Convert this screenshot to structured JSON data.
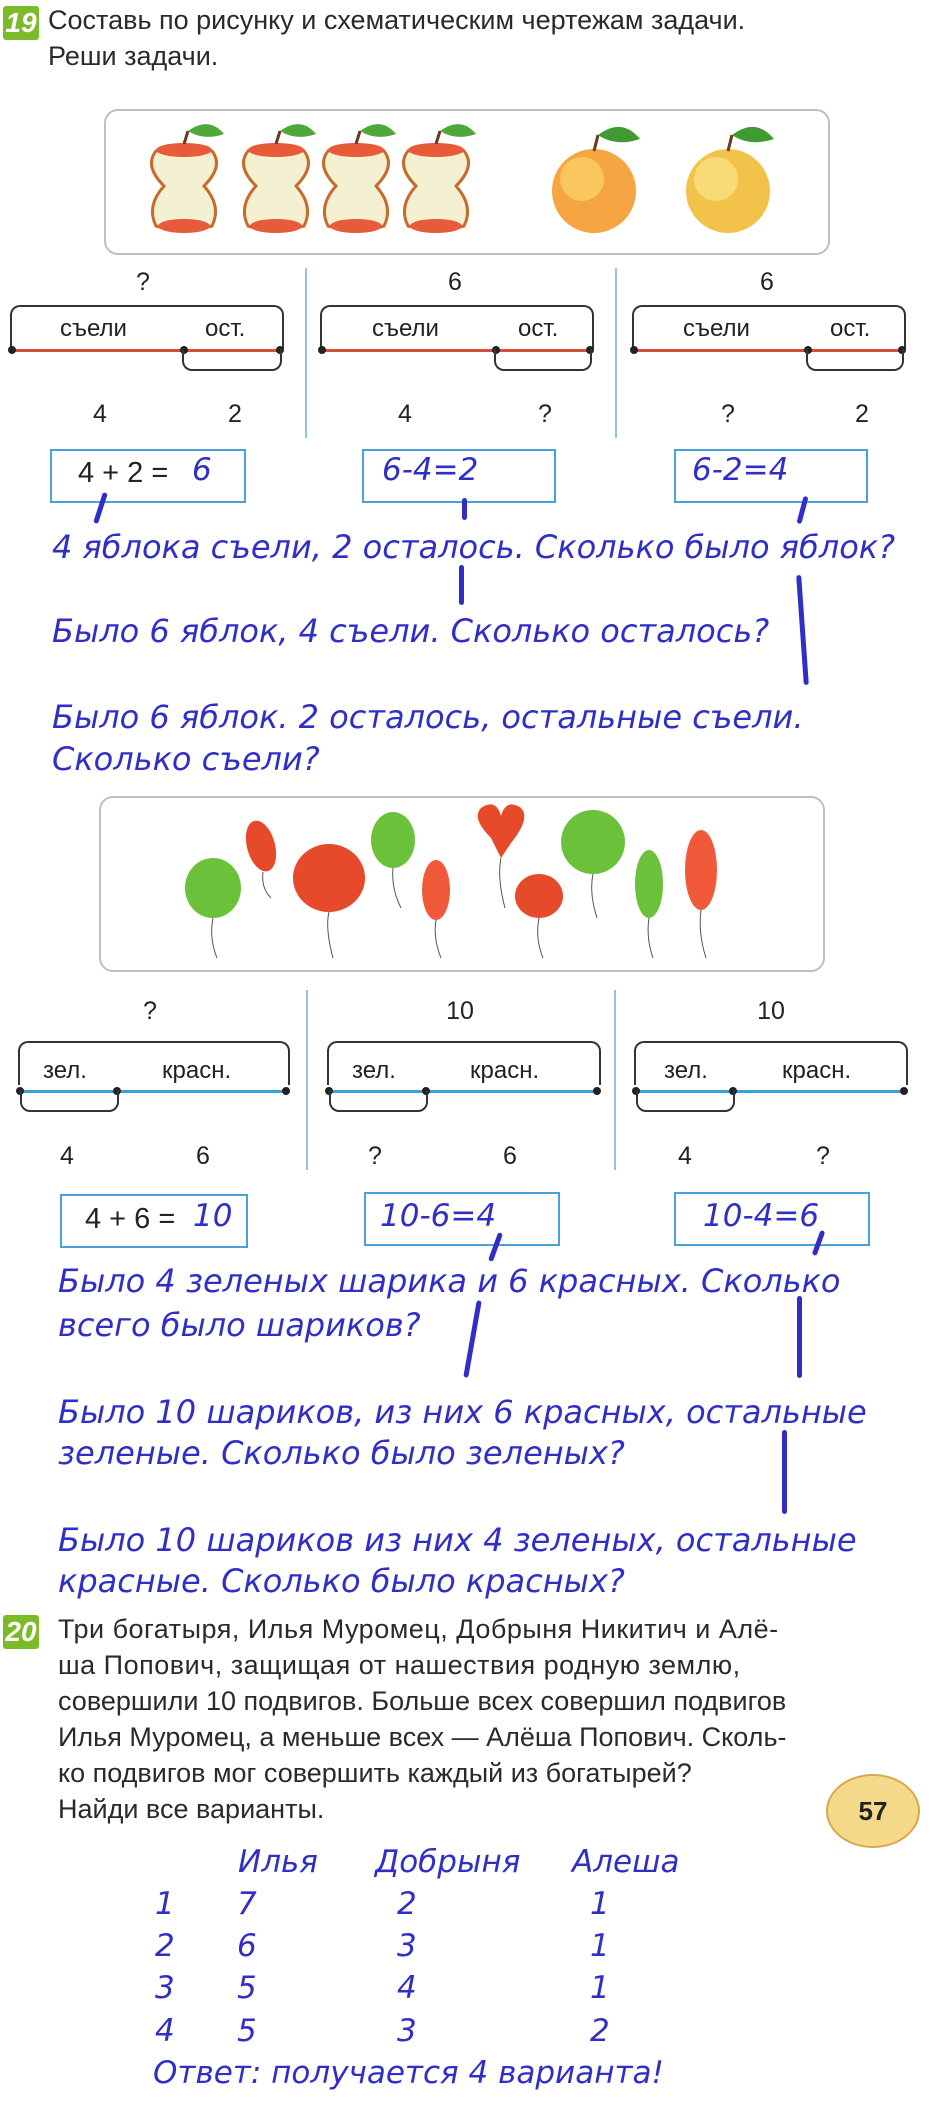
{
  "task19": {
    "number": "19",
    "text_line1": "Составь по рисунку и схематическим чертежам задачи.",
    "text_line2": "Реши задачи."
  },
  "apples_diagrams": [
    {
      "top": "?",
      "left_label": "съели",
      "right_label": "ост.",
      "bottom_left": "4",
      "bottom_right": "2",
      "answer": "4 + 2 = ",
      "answer_hw": "6"
    },
    {
      "top": "6",
      "left_label": "съели",
      "right_label": "ост.",
      "bottom_left": "4",
      "bottom_right": "?",
      "answer": "",
      "answer_hw": "6-4=2"
    },
    {
      "top": "6",
      "left_label": "съели",
      "right_label": "ост.",
      "bottom_left": "?",
      "bottom_right": "2",
      "answer": "",
      "answer_hw": "6-2=4"
    }
  ],
  "apples_handwriting": {
    "line1": "4 яблока съели, 2 осталось. Сколько было яблок?",
    "line2": "Было 6 яблок, 4 съели. Сколько осталось?",
    "line3": "Было 6 яблок. 2 осталось, остальные съели.",
    "line4": "Сколько съели?"
  },
  "balloon_diagrams": [
    {
      "top": "?",
      "left_label": "зел.",
      "right_label": "красн.",
      "bottom_left": "4",
      "bottom_right": "6",
      "answer": "4 + 6 = ",
      "answer_hw": "10"
    },
    {
      "top": "10",
      "left_label": "зел.",
      "right_label": "красн.",
      "bottom_left": "?",
      "bottom_right": "6",
      "answer": "",
      "answer_hw": "10-6=4"
    },
    {
      "top": "10",
      "left_label": "зел.",
      "right_label": "красн.",
      "bottom_left": "4",
      "bottom_right": "?",
      "answer": "",
      "answer_hw": "10-4=6"
    }
  ],
  "balloons_handwriting": {
    "line1": "Было 4 зеленых шарика и 6 красных. Сколько",
    "line2": "всего было шариков?",
    "line3": "Было 10 шариков, из них 6 красных, остальные",
    "line4": "зеленые. Сколько было зеленых?",
    "line5": "Было 10 шариков из них 4 зеленых, остальные",
    "line6": "красные. Сколько было красных?"
  },
  "task20": {
    "number": "20",
    "lines": [
      "Три богатыря, Илья Муромец, Добрыня Никитич и Алё-",
      "ша Попович, защищая от нашествия родную землю,",
      "совершили 10 подвигов. Больше всех совершил подвигов",
      "Илья Муромец, а меньше всех — Алёша Попович. Сколь-",
      "ко подвигов мог совершить каждый из богатырей?",
      "Найди все варианты."
    ]
  },
  "page_number": "57",
  "variants_table": {
    "headers": [
      "Илья",
      "Добрыня",
      "Алеша"
    ],
    "rows": [
      [
        "1",
        "7",
        "2",
        "1"
      ],
      [
        "2",
        "6",
        "3",
        "1"
      ],
      [
        "3",
        "5",
        "4",
        "1"
      ],
      [
        "4",
        "5",
        "3",
        "2"
      ]
    ],
    "answer": "Ответ: получается 4 варианта!"
  },
  "colors": {
    "badge": "#7bbb2a",
    "handwriting": "#2f2fc8",
    "apple_line": "#d0503a",
    "balloon_line": "#3aa0d8"
  }
}
